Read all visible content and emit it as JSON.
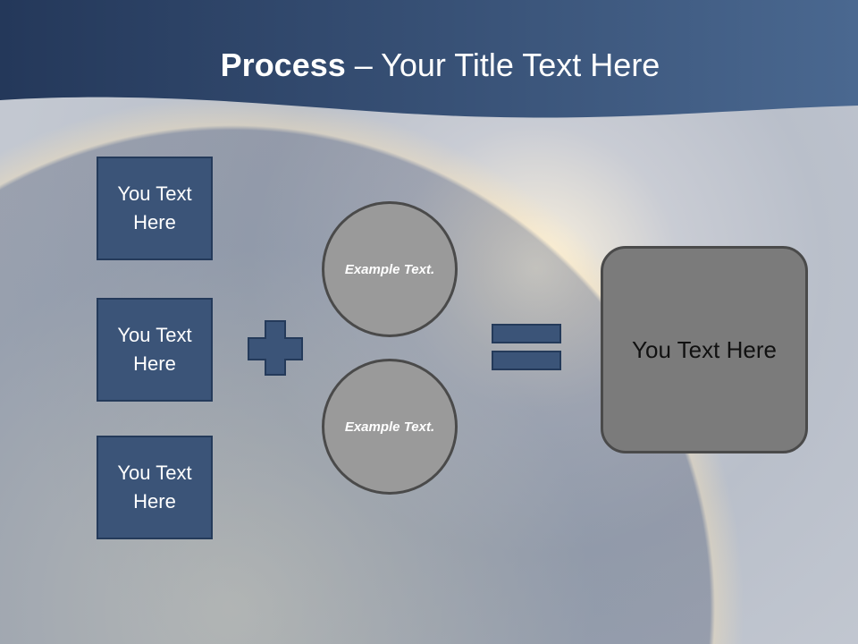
{
  "title": {
    "bold": "Process",
    "rest": " – Your Title Text Here"
  },
  "boxes": [
    "You Text Here",
    "You Text Here",
    "You Text Here"
  ],
  "circles": [
    "Example Text.",
    "Example Text."
  ],
  "result": "You Text Here",
  "colors": {
    "header": "#2c4468",
    "box": "#3b5478",
    "circle": "#9a9a9a",
    "result": "#7b7b7b"
  }
}
